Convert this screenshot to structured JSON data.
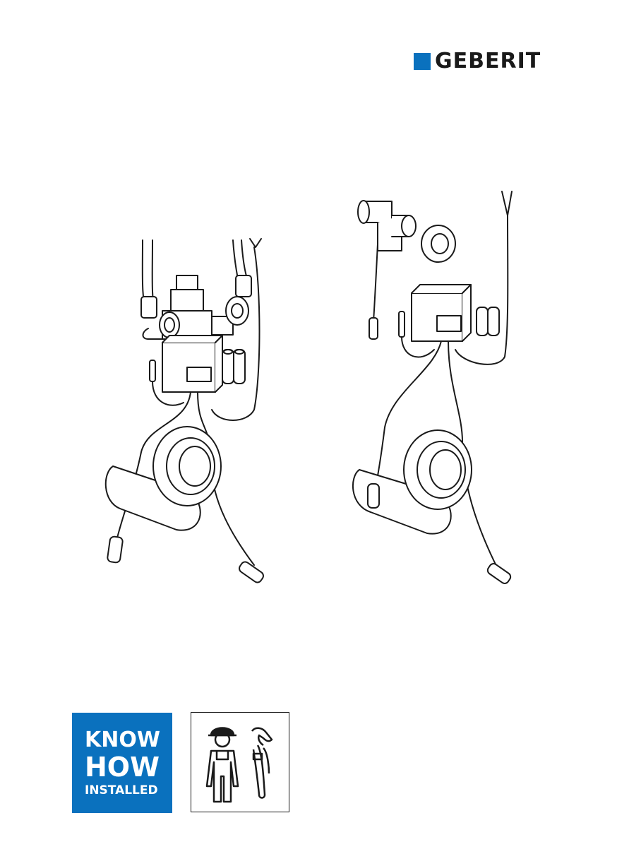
{
  "brand": {
    "name": "GEBERIT",
    "accent": "#0a71be"
  },
  "badge": {
    "line1": "KNOW",
    "line2": "HOW",
    "line3": "INSTALLED"
  },
  "icons": {
    "installer": "installer-person-icon",
    "wrench": "pipe-wrench-icon"
  }
}
